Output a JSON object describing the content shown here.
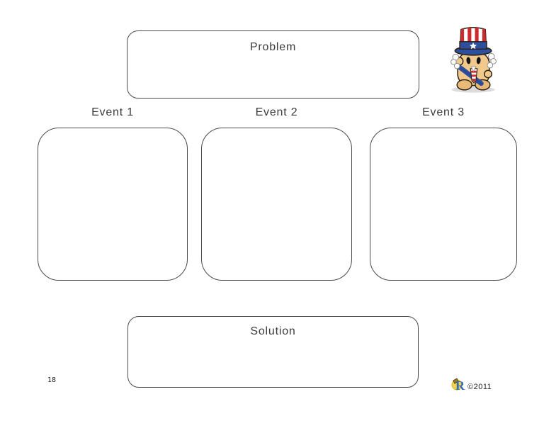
{
  "page": {
    "background": "#ffffff",
    "page_number": "18",
    "copyright": "©2011"
  },
  "organizer": {
    "problem_label": "Problem",
    "event_labels": [
      "Event 1",
      "Event 2",
      "Event 3"
    ],
    "solution_label": "Solution"
  },
  "mascot": {
    "icon": "uncle-sam-character-icon",
    "colors": {
      "hat_red": "#cd2a2e",
      "hat_blue": "#2d4f9e",
      "star_white": "#ffffff",
      "body_tan": "#f0ca8c",
      "foot_tan": "#e9b977",
      "outline": "#2c2013",
      "shadow": "#dcdcdc"
    }
  },
  "footer_logo": {
    "icon": "publisher-logo-icon",
    "letter": "R",
    "colors": {
      "blue": "#2f6db5",
      "yellow": "#f2d14b",
      "gold": "#a87c1f"
    }
  },
  "style": {
    "box_border": "#4a4a4a",
    "text_color": "#3b3b3b"
  }
}
